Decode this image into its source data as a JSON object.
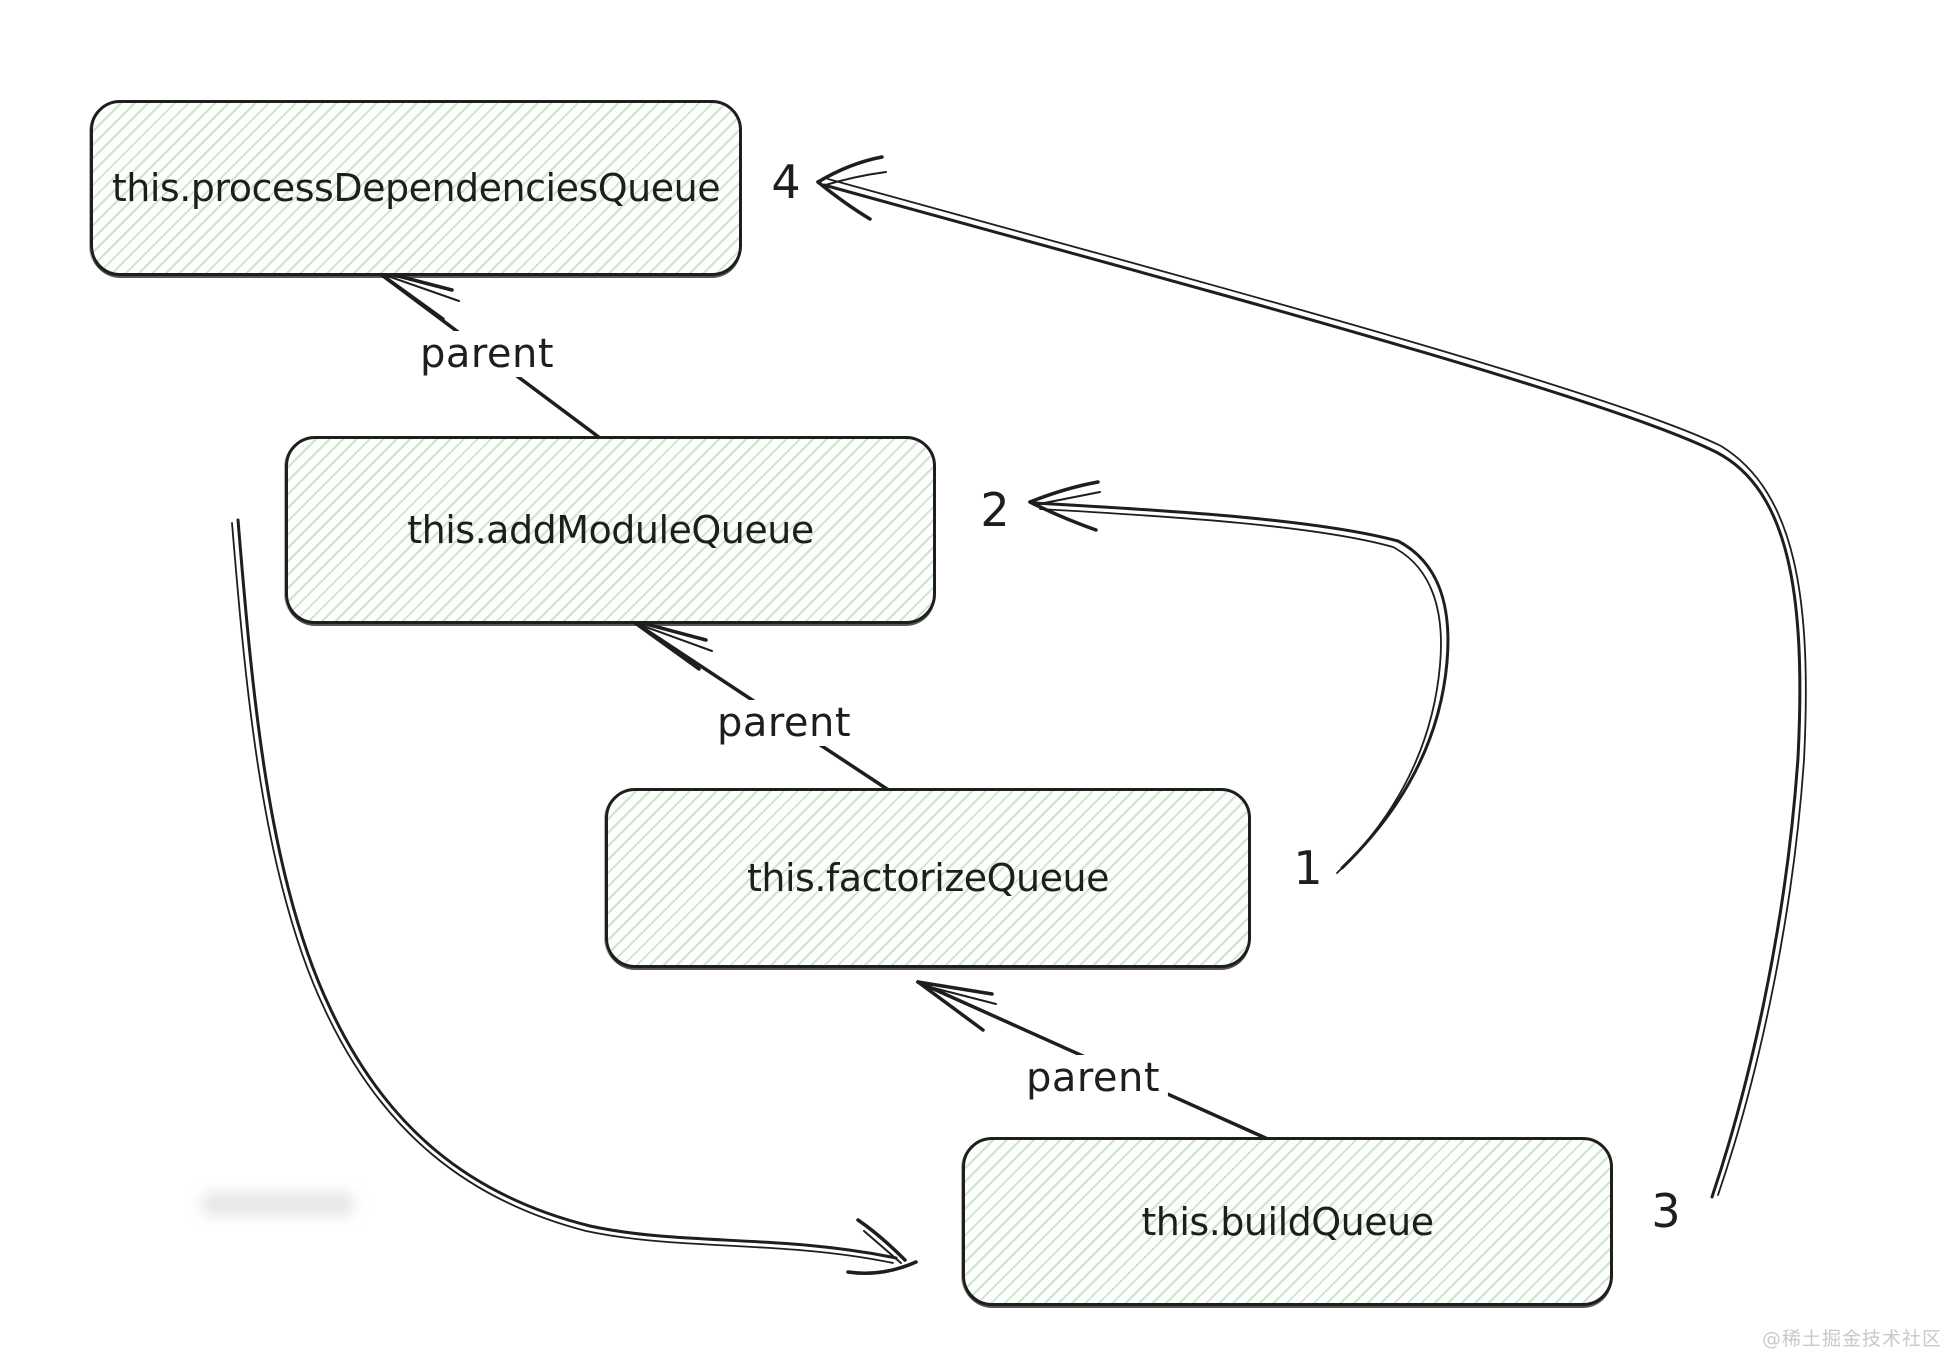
{
  "diagram": {
    "nodes": [
      {
        "id": "process-dependencies-queue",
        "label": "this.processDependenciesQueue"
      },
      {
        "id": "add-module-queue",
        "label": "this.addModuleQueue"
      },
      {
        "id": "factorize-queue",
        "label": "this.factorizeQueue"
      },
      {
        "id": "build-queue",
        "label": "this.buildQueue"
      }
    ],
    "parent_edges": [
      {
        "from": "add-module-queue",
        "to": "process-dependencies-queue",
        "label": "parent"
      },
      {
        "from": "factorize-queue",
        "to": "add-module-queue",
        "label": "parent"
      },
      {
        "from": "build-queue",
        "to": "factorize-queue",
        "label": "parent"
      }
    ],
    "flow_arrows": [
      {
        "from_step": "1",
        "to_step": "2",
        "description": "factorizeQueue to addModuleQueue"
      },
      {
        "from_step": "2",
        "to_step": "3",
        "description": "addModuleQueue to buildQueue"
      },
      {
        "from_step": "3",
        "to_step": "4",
        "description": "buildQueue to processDependenciesQueue"
      }
    ],
    "step_numbers": [
      {
        "text": "1"
      },
      {
        "text": "2"
      },
      {
        "text": "3"
      },
      {
        "text": "4"
      }
    ],
    "colors": {
      "node_border": "#1e1e1e",
      "node_fill_hatch_green": "#7db97d",
      "text": "#1e1e1e",
      "watermark": "#c9c9c9"
    }
  },
  "watermark": {
    "text": "@稀土掘金技术社区"
  }
}
